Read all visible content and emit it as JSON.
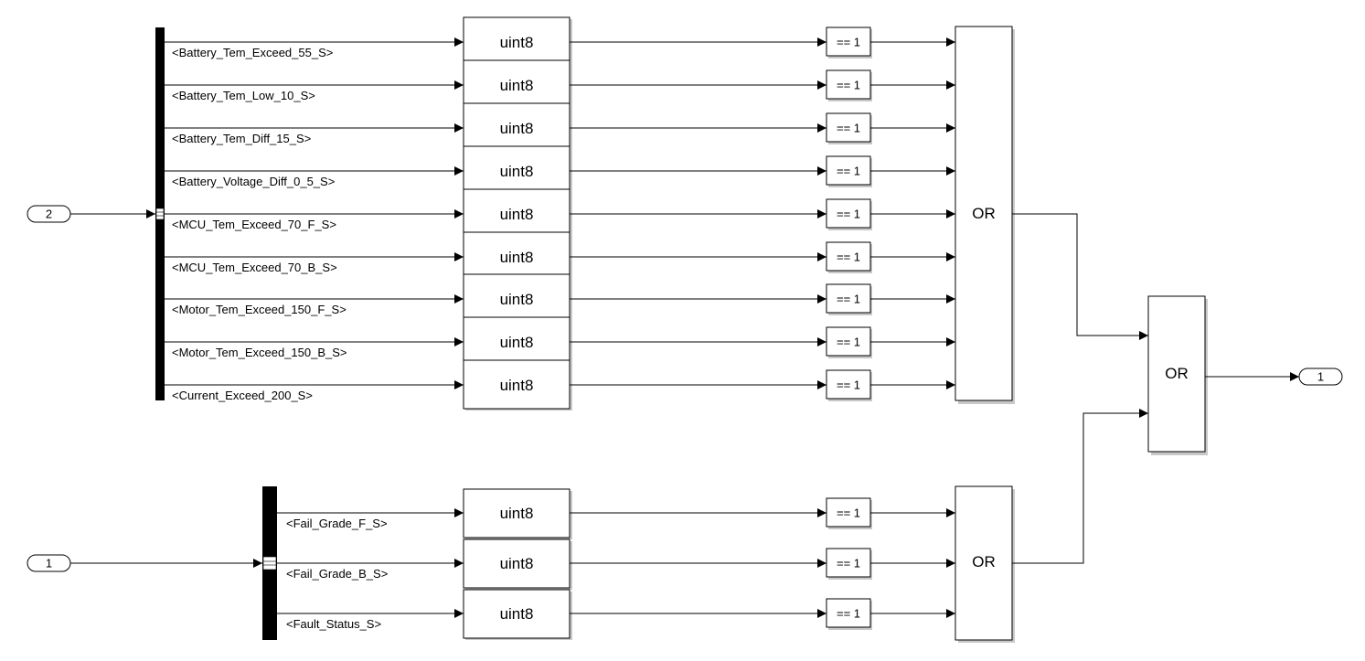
{
  "inports": [
    {
      "label": "2"
    },
    {
      "label": "1"
    }
  ],
  "outport": {
    "label": "1"
  },
  "group_top": {
    "signals": [
      "<Battery_Tem_Exceed_55_S>",
      "<Battery_Tem_Low_10_S>",
      "<Battery_Tem_Diff_15_S>",
      "<Battery_Voltage_Diff_0_5_S>",
      "<MCU_Tem_Exceed_70_F_S>",
      "<MCU_Tem_Exceed_70_B_S>",
      "<Motor_Tem_Exceed_150_F_S>",
      "<Motor_Tem_Exceed_150_B_S>",
      "<Current_Exceed_200_S>"
    ]
  },
  "group_bottom": {
    "signals": [
      "<Fail_Grade_F_S>",
      "<Fail_Grade_B_S>",
      "<Fault_Status_S>"
    ]
  },
  "convert_label": "uint8",
  "compare_label": "== 1",
  "or_label": "OR"
}
